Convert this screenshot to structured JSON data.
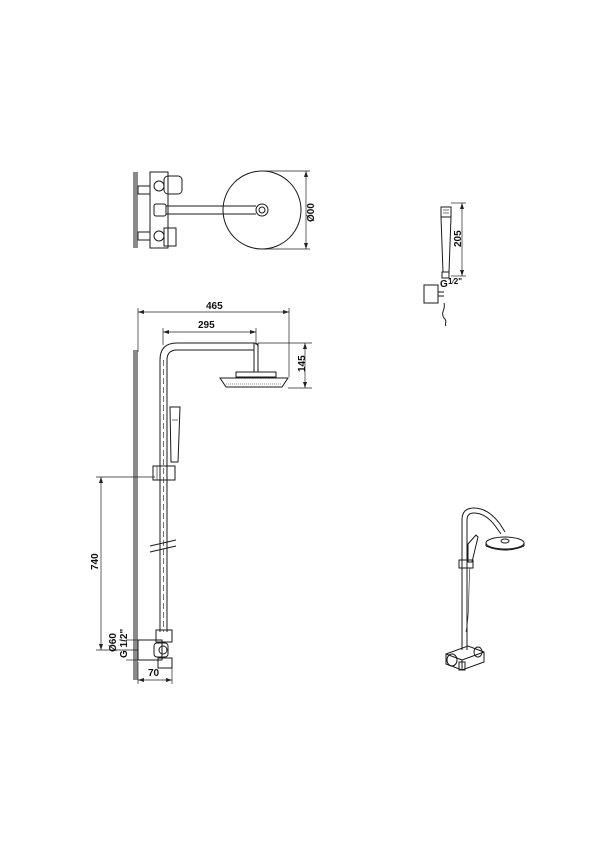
{
  "top_view": {
    "head_diameter": "Ø00"
  },
  "front_view": {
    "overall_width": "465",
    "arm_width": "295",
    "arm_height": "145",
    "riser_height": "740",
    "wall_plate_diameter": "Ø60",
    "inlet_thread": "G 1/2\"",
    "projection": "70"
  },
  "hand_shower": {
    "length": "205",
    "thread_g": "G",
    "thread_fraction": "1⁄2\""
  }
}
